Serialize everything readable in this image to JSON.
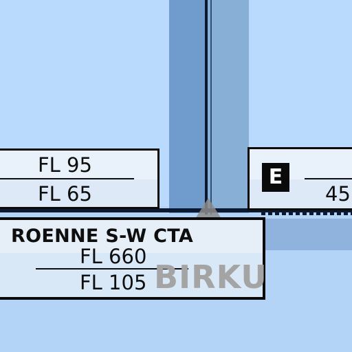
{
  "map": {
    "sector_left": {
      "upper_limit": "FL 95",
      "lower_limit": "FL 65"
    },
    "sector_right": {
      "airspace_class": "E",
      "lower_limit_partial": "45"
    },
    "cta": {
      "name": "ROENNE S-W CTA",
      "upper_limit": "FL 660",
      "lower_limit": "FL 105"
    },
    "waypoint": {
      "name": "BIRKU"
    }
  }
}
